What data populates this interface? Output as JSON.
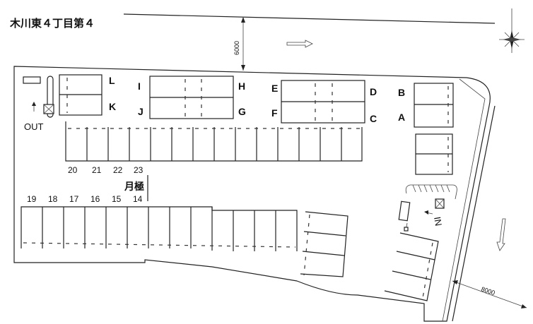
{
  "title": "木川東４丁目第４",
  "dimensions": {
    "top": "6000",
    "right": "8000"
  },
  "directions": {
    "out": "OUT",
    "in": "IN"
  },
  "monthly_label": "月極",
  "spot_letters": [
    "L",
    "K",
    "I",
    "J",
    "H",
    "G",
    "E",
    "F",
    "D",
    "C",
    "B",
    "A"
  ],
  "spot_numbers_row1": [
    "20",
    "21",
    "22",
    "23"
  ],
  "spot_numbers_row2": [
    "19",
    "18",
    "17",
    "16",
    "15",
    "14"
  ]
}
